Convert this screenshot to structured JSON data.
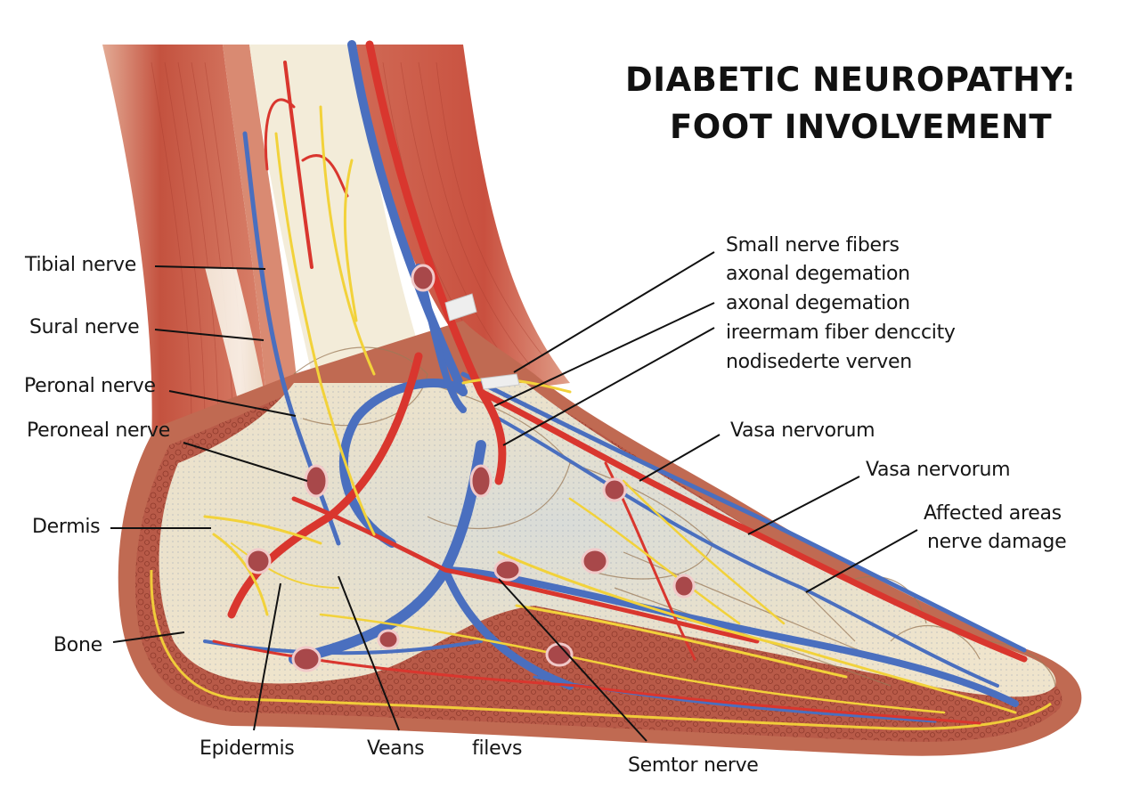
{
  "title": {
    "line1": "DIABETIC NEUROPATHY:",
    "line2": "FOOT INVOLVEMENT"
  },
  "colors": {
    "muscle": "#c9584a",
    "muscle_light": "#dc9a84",
    "bone": "#efe4cc",
    "artery": "#d9362e",
    "vein": "#4a6fbf",
    "nerve": "#f2d23a",
    "skin": "#b5614a",
    "dermis": "#a84b3c",
    "text": "#161616"
  },
  "labels": {
    "left": [
      {
        "id": "tibial",
        "text": "Tibial nerve"
      },
      {
        "id": "sural",
        "text": "Sural nerve"
      },
      {
        "id": "peronal",
        "text": "Peronal nerve"
      },
      {
        "id": "peroneal",
        "text": "Peroneal nerve"
      },
      {
        "id": "dermis",
        "text": "Dermis"
      },
      {
        "id": "bone",
        "text": "Bone"
      }
    ],
    "right_group": [
      {
        "id": "small-fibers",
        "text": "Small nerve fibers"
      },
      {
        "id": "axonal-1",
        "text": "axonal degemation"
      },
      {
        "id": "axonal-2",
        "text": "axonal degemation"
      },
      {
        "id": "density",
        "text": "ireermam fiber denccity"
      },
      {
        "id": "nodise",
        "text": "nodisederte verven"
      }
    ],
    "right": [
      {
        "id": "vasa-1",
        "text": "Vasa nervorum"
      },
      {
        "id": "vasa-2",
        "text": "Vasa nervorum"
      },
      {
        "id": "affected",
        "text": "Affected areas\nnerve damage",
        "line1": "Affected areas",
        "line2": "nerve damage"
      }
    ],
    "bottom": [
      {
        "id": "epidermis",
        "text": "Epidermis"
      },
      {
        "id": "veans",
        "text": "Veans"
      },
      {
        "id": "filevs",
        "text": "filevs"
      },
      {
        "id": "semtor",
        "text": "Semtor nerve"
      }
    ]
  }
}
